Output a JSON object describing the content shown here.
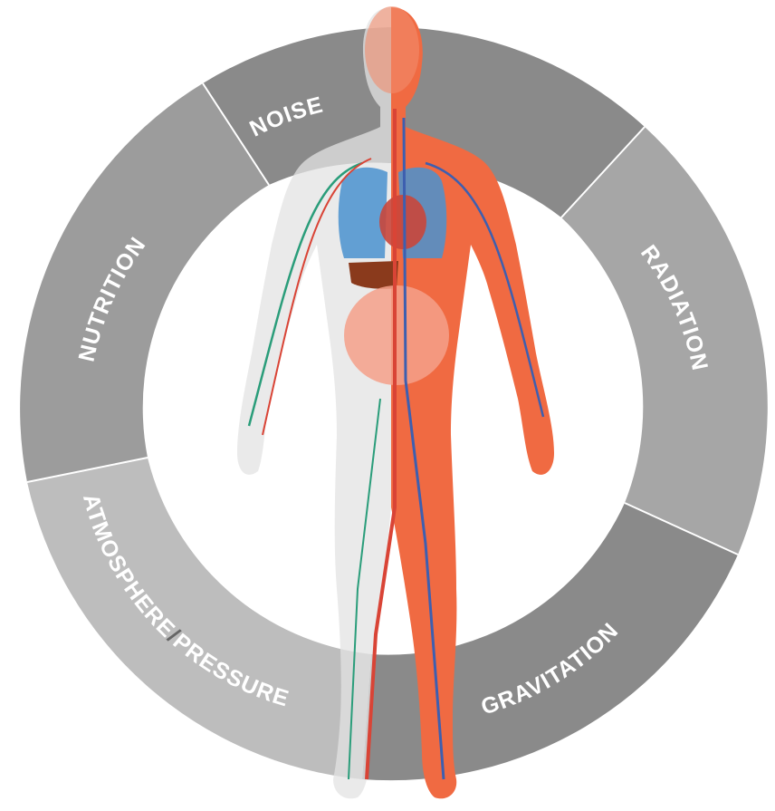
{
  "ring": {
    "segments": [
      {
        "id": "noise",
        "label": "NOISE",
        "color": "#8a8a8a"
      },
      {
        "id": "radiation",
        "label": "RADIATION",
        "color": "#a6a6a6"
      },
      {
        "id": "gravitation",
        "label": "GRAVITATION",
        "color": "#8a8a8a"
      },
      {
        "id": "atmosphere",
        "label": "ATMOSPHERE",
        "separator": "/",
        "label2": "PRESSURE",
        "color": "#bdbdbd"
      },
      {
        "id": "nutrition",
        "label": "NUTRITION",
        "color": "#9c9c9c"
      }
    ]
  },
  "figure": {
    "description_colors": {
      "muscle": "#f06a42",
      "skin_transparent": "#e3e3e3",
      "artery": "#d94436",
      "vein": "#3d5fb0",
      "lymph": "#2a9d7a",
      "lung": "#4a92cf",
      "heart": "#c9463b",
      "liver": "#8a3a1c",
      "intestine": "#f4a08a"
    }
  }
}
